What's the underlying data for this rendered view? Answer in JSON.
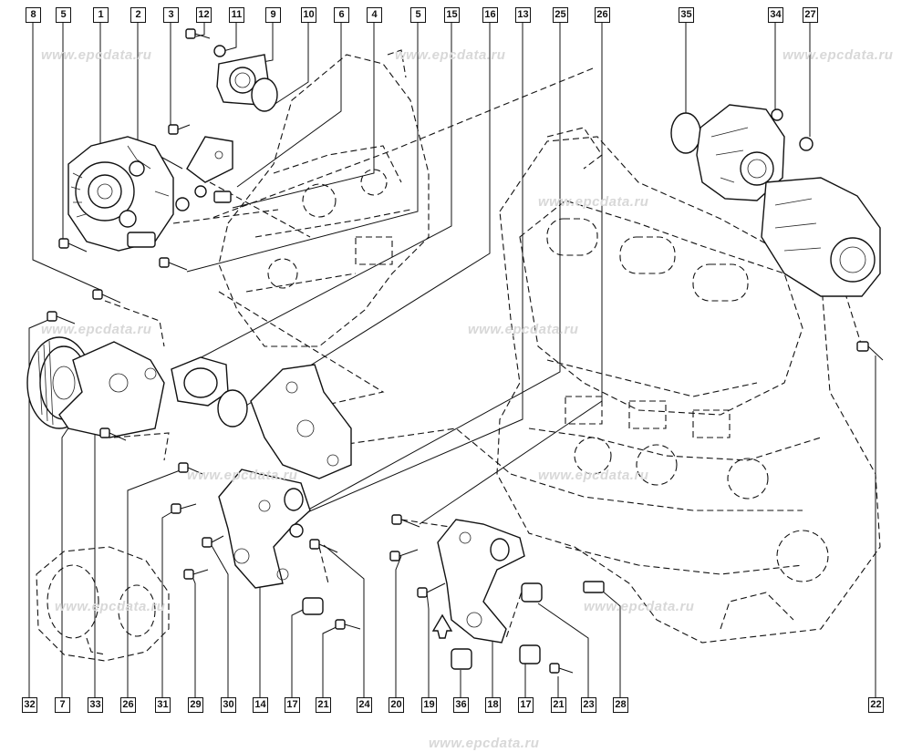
{
  "watermark": "www.epcdata.ru",
  "callouts_top": [
    "8",
    "5",
    "1",
    "2",
    "3",
    "12",
    "11",
    "9",
    "10",
    "6",
    "4",
    "5",
    "15",
    "16",
    "13",
    "25",
    "26",
    "35",
    "34",
    "27"
  ],
  "callouts_bottom": [
    "32",
    "7",
    "33",
    "26",
    "31",
    "29",
    "30",
    "14",
    "17",
    "21",
    "24",
    "20",
    "19",
    "36",
    "18",
    "17",
    "21",
    "23",
    "28",
    "22"
  ]
}
